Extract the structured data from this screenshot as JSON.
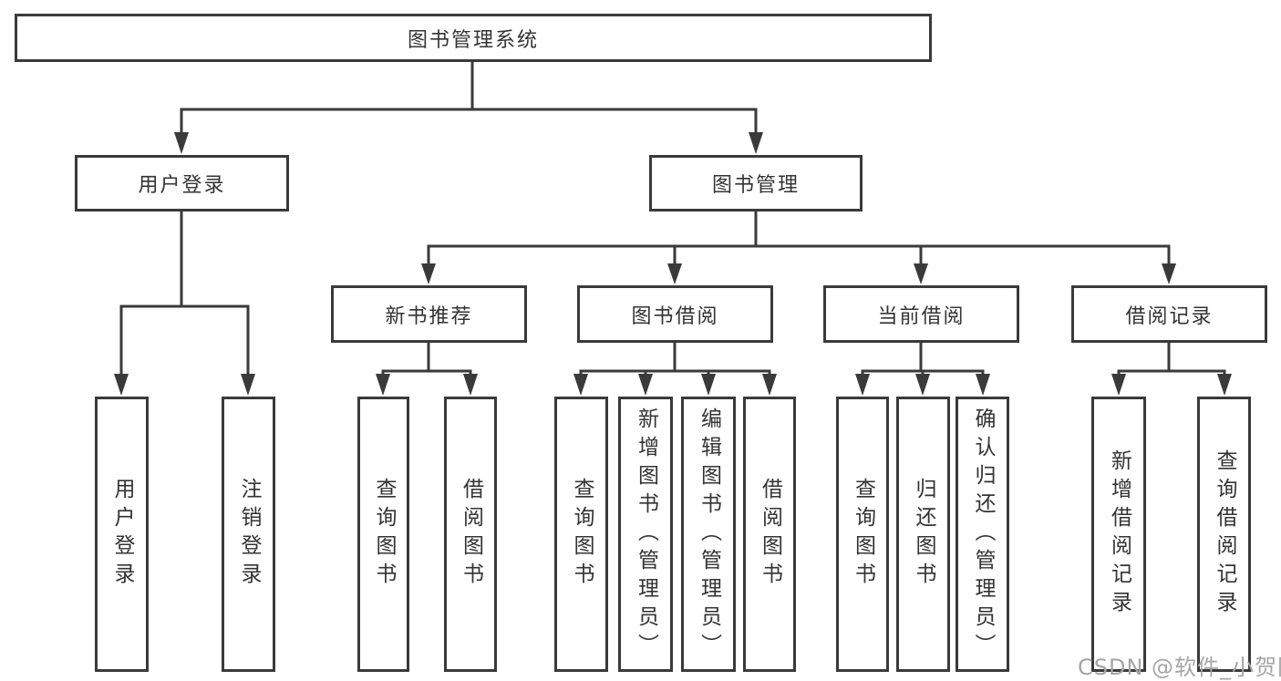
{
  "diagram": {
    "root_label": "图书管理系统",
    "level2": [
      {
        "label": "用户登录",
        "leaves": [
          "用户登录",
          "注销登录"
        ]
      },
      {
        "label": "图书管理"
      }
    ],
    "level3": [
      {
        "label": "新书推荐",
        "leaves": [
          "查询图书",
          "借阅图书"
        ]
      },
      {
        "label": "图书借阅",
        "leaves": [
          "查询图书",
          "新增图书（管理员）",
          "编辑图书（管理员）",
          "借阅图书"
        ]
      },
      {
        "label": "当前借阅",
        "leaves": [
          "查询图书",
          "归还图书",
          "确认归还（管理员）"
        ]
      },
      {
        "label": "借阅记录",
        "leaves": [
          "新增借阅记录",
          "查询借阅记录"
        ]
      }
    ]
  },
  "watermark": "CSDN @软件_小贺同学",
  "colors": {
    "line": "#3a3a3a",
    "text": "#333333",
    "watermark": "#a5a5a5",
    "background": "#ffffff"
  }
}
